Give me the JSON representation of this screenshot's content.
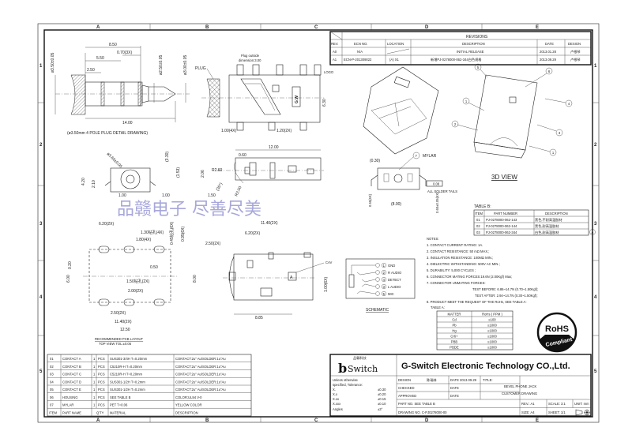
{
  "grid": {
    "cols": [
      "A",
      "B",
      "C",
      "D",
      "E"
    ],
    "rows": [
      "1",
      "2",
      "3",
      "4",
      "5"
    ]
  },
  "revisions": {
    "title": "REVISIONS",
    "headers": [
      "REV.",
      "ECN NO.",
      "LOCATION",
      "DESCRIPTION",
      "DATE",
      "DESIGN"
    ],
    "rows": [
      [
        "A0",
        "N/A",
        "",
        "INITIAL RELEASE",
        "2013.01.28",
        "卢根琴"
      ],
      [
        "A1",
        "ECN-P-201309022",
        "(A) X1",
        "新增PJ-0278000-062-344白色规格",
        "2013.09.29",
        "卢根琴"
      ]
    ]
  },
  "plug_drawing": {
    "caption": "(ø3.50mm 4 POLE PLUG DETAIL DRAWING)",
    "dims": [
      "8.50",
      "0.70(3X)",
      "5.50",
      "2.50",
      "14.00",
      "ø3.50±0.05",
      "ø2.50±0.05",
      "ø3.00±0.05"
    ]
  },
  "front_view": {
    "labels": [
      "PLUG",
      "Plug outside",
      "dimension:3.00",
      "LOGO",
      "G.W",
      "6.30",
      "1.00(4X)",
      "1.20(2X)"
    ]
  },
  "side_view": {
    "dims": [
      "12.00",
      "0.60",
      "R2.60",
      "(35°)",
      "1.50",
      "R2.00",
      "2.50(2X)",
      "11.40(2X)",
      "6.20(2X)"
    ]
  },
  "end_view": {
    "dims": [
      "ø3.60±0.05",
      "4.20",
      "2.10",
      "1.00",
      "1.00",
      "(3.30)",
      "(1.53)",
      "2.06"
    ]
  },
  "back_view": {
    "labels": [
      "7",
      "MYLAR",
      "(0.30)",
      "(8.00)",
      "0.55(6X)",
      "0.60±0.05(6X)",
      "0.08",
      "ALL SOLDER TAILS"
    ]
  },
  "view_3d": {
    "title": "3D VIEW",
    "callouts": [
      "1",
      "2",
      "3",
      "4",
      "5",
      "6",
      "1"
    ]
  },
  "pcb_layout": {
    "caption1": "RECOMMENDED PCB LAYOUT",
    "caption2": "TOP VIEW TOL:±0.05",
    "dims": [
      "6.20(2X)",
      "1.30钻孔(4X)",
      "1.80(4X)",
      "0.45钻孔(6X)",
      "0.95(6X)",
      "0.20",
      "6.00",
      "0.50",
      "8.00",
      "1.50钻孔(2X)",
      "2.00(2X)",
      "2.50(2X)",
      "11.40(2X)",
      "12.50"
    ]
  },
  "bottom_view": {
    "labels": [
      "CAV",
      "1.00(6X)",
      "8.85",
      "A"
    ]
  },
  "schematic": {
    "title": "SCHEMATIC",
    "pins": [
      {
        "num": "1",
        "label": "GND"
      },
      {
        "num": "2",
        "label": "R AUDIO"
      },
      {
        "num": "4",
        "label": "DETECT"
      },
      {
        "num": "3",
        "label": "L AUDIO"
      },
      {
        "num": "5",
        "label": "MIC"
      }
    ]
  },
  "table_b": {
    "title": "TABLE B:",
    "headers": [
      "ITEM",
      "PART NUMBER",
      "DESCRIPTION"
    ],
    "rows": [
      [
        "01",
        "PJ-0278000-062-143",
        "黑色,不耐高温胶材"
      ],
      [
        "02",
        "PJ-0278000-062-144",
        "黑色,耐高温胶材"
      ],
      [
        "03",
        "PJ-0278000-062-344",
        "白色,耐高温胶材"
      ]
    ],
    "rev_mark": "A"
  },
  "notes": {
    "title": "NOTES:",
    "items": [
      "1. CONTACT CURRENT RATING: 1A.",
      "2. CONTACT RESISTANCE: 50 mΩ MAX.;",
      "3. INSULATION RESISTANCE: 100MΩ MIN.;",
      "4. DIELECTRIC WITHSTANDING: 500V AC MIN.;",
      "5. DURABILITY: 5,000 CYCLES ;",
      "6. CONNECTOR MATING FORCES:19.6N (2.00Kgf) Max;",
      "7. CONNECTOR UNMATING FORCES:",
      "TEST BEFORE: 6.86~14.7N (0.70~1.50Kgf);",
      "TEST AFTER: 2.94~14.7N (0.30~1.50Kgf);",
      "8. PRODUCT MEET THE REQUEST OF THE RoHs, SEE TABLE A:",
      "TABLE A:"
    ]
  },
  "table_a": {
    "headers": [
      "MATTER",
      "RoHs ( PPM )"
    ],
    "rows": [
      [
        "Cd",
        "≤100"
      ],
      [
        "Pb",
        "≤1000"
      ],
      [
        "Hg",
        "≤1000"
      ],
      [
        "Cr6+",
        "≤1000"
      ],
      [
        "PBB",
        "≤1000"
      ],
      [
        "PBDE",
        "≤1000"
      ]
    ]
  },
  "rohs_badge": {
    "line1": "RoHS",
    "line2": "Compliant"
  },
  "watermark": "品赣电子  尽善尽美",
  "bom": {
    "rows": [
      [
        "01",
        "CONTACT A",
        "1",
        "PCS",
        "SUS301-3/4H T=0.20mm",
        "CONTACT:2u\" Au/SOLDER:1u\"Au"
      ],
      [
        "02",
        "CONTACT B",
        "1",
        "PCS",
        "C5210R-H T=0.20mm",
        "CONTACT:2u\" Au/SOLDER:1u\"Au"
      ],
      [
        "03",
        "CONTACT C",
        "1",
        "PCS",
        "C5210R-H T=0.20mm",
        "CONTACT:2u\" Au/SOLDER:1u\"Au"
      ],
      [
        "04",
        "CONTACT D",
        "1",
        "PCS",
        "SUS301-1/2H T=0.2mm",
        "CONTACT:2u\" Au/SOLDER:1u\"Au"
      ],
      [
        "05",
        "CONTACT E",
        "1",
        "PCS",
        "SUS301-1/2H T=0.2mm",
        "CONTACT:2u\" Au/SOLDER:1u\"Au"
      ],
      [
        "06",
        "HOUSING",
        "1",
        "PCS",
        "SEE TABLE B",
        "COLOR;UL94 V-0"
      ],
      [
        "07",
        "MYLAR",
        "1",
        "PCS",
        "PET  T=0.06",
        "YELLOW COLOR"
      ]
    ],
    "headers": [
      "ITEM",
      "PART NAME",
      "Q'TY",
      "MATERIAL",
      "DESCRIPTION"
    ]
  },
  "title_block": {
    "logo_small": "品赣科技",
    "logo": "Switch",
    "company": "G-Switch Electronic Technology CO.,Ltd.",
    "tolerance": {
      "heading1": "Unless otherwise",
      "heading2": "specified, Tolerance:",
      "rows": [
        [
          "X.",
          "±0.30"
        ],
        [
          "X.x",
          "±0.20"
        ],
        [
          "X.xx",
          "±0.15"
        ],
        [
          "X.xxx",
          "±0.10"
        ],
        [
          "Angles",
          "±3°"
        ]
      ]
    },
    "design_label": "DESIGN",
    "design_value": "陈瑞林",
    "design_date": "DATE  2013.09.29",
    "checked_label": "CHECKED",
    "checked_date": "DATE",
    "approved_label": "APPROVED",
    "approved_date": "DATE",
    "part_no": "PART NO. SEE TABLE B",
    "drawing_no": "DRAWING NO. C-PJ0278000-00",
    "title_label": "TITLE:",
    "title1": "BEVEL PHONE JACK",
    "title2": "CUSTOMER DRAWING",
    "rev": "REV.: A1",
    "scale": "SCALE:  3:1",
    "unit": "UNIT:  mm",
    "size": "SIZE:  A4",
    "sheet": "SHEET:  1/1"
  }
}
